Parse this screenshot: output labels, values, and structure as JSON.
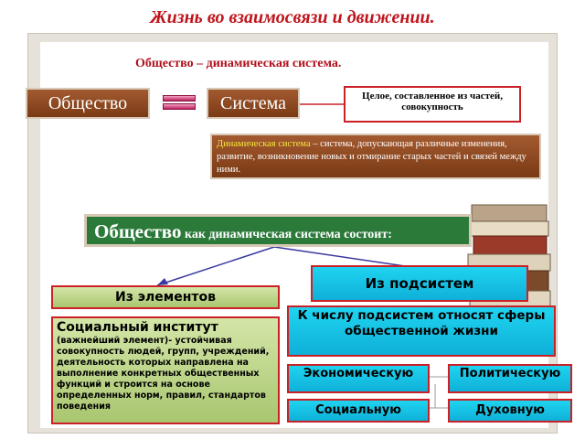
{
  "title": "Жизнь во взаимосвязи и движении.",
  "subtitle": "Общество – динамическая система.",
  "box_society": "Общество",
  "box_system": "Система",
  "system_definition": "Целое, составленное из частей, совокупность",
  "dynamic_def": {
    "term": "Динамическая система",
    "text": " – система, допускающая различные изменения, развитие, возникновение новых и отмирание старых частей и связей между ними."
  },
  "consists": {
    "big": "Общество",
    "small": " как динамическая система состоит:"
  },
  "elements_label": "Из элементов",
  "subsystems_label": "Из подсистем",
  "institute": {
    "heading": "Социальный институт",
    "text": "(важнейший элемент)- устойчивая совокупность людей, групп, учреждений, деятельность которых направлена на выполнение конкретных общественных функций и строится на основе определенных норм, правил, стандартов поведения"
  },
  "spheres_heading": "К числу подсистем относят сферы общественной жизни",
  "spheres": {
    "economic": "Экономическую",
    "political": "Политическую",
    "social": "Социальную",
    "spiritual": "Духовную"
  },
  "colors": {
    "title_red": "#c0141c",
    "brown_box": "#8a4520",
    "teal_box": "#17c2e4",
    "green_box": "#bcd58a",
    "dark_green": "#2b7a3a",
    "border_red": "#cc2027",
    "term_yellow": "#f5e83a"
  }
}
